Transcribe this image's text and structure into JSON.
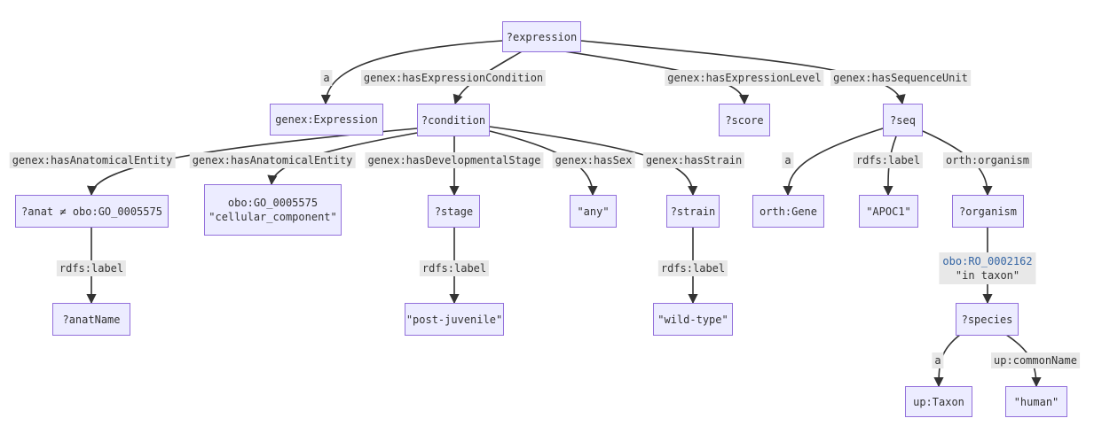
{
  "nodes": {
    "expression": "?expression",
    "genex_expression": "genex:Expression",
    "condition": "?condition",
    "score": "?score",
    "seq": "?seq",
    "anat": "?anat ≠ obo:GO_0005575",
    "go_line1": "obo:GO_0005575",
    "go_line2": "\"cellular_component\"",
    "stage": "?stage",
    "any": "\"any\"",
    "strain": "?strain",
    "orth_gene": "orth:Gene",
    "apoc1": "\"APOC1\"",
    "organism": "?organism",
    "anat_name": "?anatName",
    "post_juvenile": "\"post-juvenile\"",
    "wild_type": "\"wild-type\"",
    "species": "?species",
    "up_taxon": "up:Taxon",
    "human": "\"human\""
  },
  "edge_labels": {
    "a_expr": "a",
    "has_expression_condition": "genex:hasExpressionCondition",
    "has_expression_level": "genex:hasExpressionLevel",
    "has_sequence_unit": "genex:hasSequenceUnit",
    "has_anatomical_entity_1": "genex:hasAnatomicalEntity",
    "has_anatomical_entity_2": "genex:hasAnatomicalEntity",
    "has_developmental_stage": "genex:hasDevelopmentalStage",
    "has_sex": "genex:hasSex",
    "has_strain": "genex:hasStrain",
    "a_seq": "a",
    "rdfs_label_seq": "rdfs:label",
    "orth_organism": "orth:organism",
    "rdfs_label_anat": "rdfs:label",
    "rdfs_label_stage": "rdfs:label",
    "rdfs_label_strain": "rdfs:label",
    "in_taxon_link": "obo:RO_0002162",
    "in_taxon_text": "\"in taxon\"",
    "a_species": "a",
    "up_common_name": "up:commonName"
  },
  "colors": {
    "node_fill": "#ECECFF",
    "node_border": "#9370DB",
    "edge": "#333333",
    "label_bg": "#e8e8e8",
    "link_text": "#3465a4"
  }
}
